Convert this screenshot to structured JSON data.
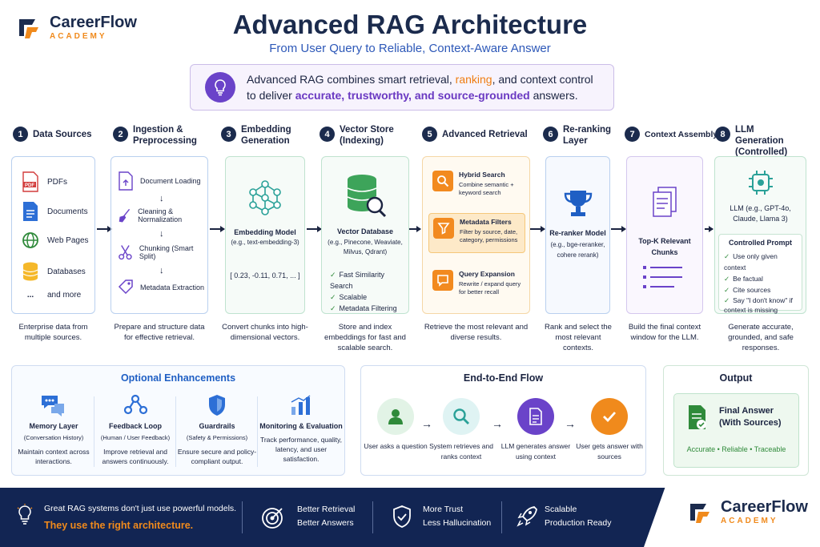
{
  "brand": {
    "name": "CareerFlow",
    "sub": "ACADEMY"
  },
  "header": {
    "title": "Advanced RAG Architecture",
    "subtitle": "From User Query to Reliable, Context-Aware Answer"
  },
  "intro": {
    "line1_a": "Advanced RAG combines smart retrieval, ",
    "line1_b": "ranking",
    "line1_c": ", and context control",
    "line2_a": "to deliver ",
    "line2_b": "accurate, trustworthy, and source-grounded",
    "line2_c": " answers."
  },
  "steps": [
    {
      "num": "1",
      "title": "Data Sources",
      "caption": "Enterprise data from multiple sources."
    },
    {
      "num": "2",
      "title": "Ingestion & Preprocessing",
      "caption": "Prepare and structure data for effective retrieval."
    },
    {
      "num": "3",
      "title": "Embedding Generation",
      "caption": "Convert chunks into high-dimensional vectors."
    },
    {
      "num": "4",
      "title": "Vector Store (Indexing)",
      "caption": "Store and index embeddings for fast and scalable search."
    },
    {
      "num": "5",
      "title": "Advanced Retrieval",
      "caption": "Retrieve the most relevant and diverse results."
    },
    {
      "num": "6",
      "title": "Re-ranking Layer",
      "caption": "Rank and select the most relevant contexts."
    },
    {
      "num": "7",
      "title": "Context Assembly",
      "caption": "Build the final context window for the LLM."
    },
    {
      "num": "8",
      "title": "LLM Generation (Controlled)",
      "caption": "Generate accurate, grounded, and safe responses."
    }
  ],
  "data_sources": [
    "PDFs",
    "Documents",
    "Web Pages",
    "Databases",
    "and more"
  ],
  "ingestion": [
    "Document Loading",
    "Cleaning & Normalization",
    "Chunking (Smart Split)",
    "Metadata Extraction"
  ],
  "embedding": {
    "model": "Embedding Model",
    "example": "(e.g., text-embedding-3)",
    "vector": "[ 0.23, -0.11, 0.71, ... ]"
  },
  "vector_store": {
    "title": "Vector Database",
    "examples": "(e.g., Pinecone, Weaviate, Milvus, Qdrant)",
    "features": [
      "Fast Similarity Search",
      "Scalable",
      "Metadata Filtering"
    ]
  },
  "retrieval": [
    {
      "title": "Hybrid Search",
      "desc": "Combine semantic + keyword search"
    },
    {
      "title": "Metadata Filters",
      "desc": "Filter by source, date, category, permissions"
    },
    {
      "title": "Query Expansion",
      "desc": "Rewrite / expand query for better recall"
    }
  ],
  "reranker": {
    "title": "Re-ranker Model",
    "examples": "(e.g., bge-reranker, cohere rerank)"
  },
  "context": {
    "title": "Top-K Relevant Chunks"
  },
  "llm": {
    "model": "LLM (e.g., GPT-4o, Claude, Llama 3)",
    "prompt_title": "Controlled Prompt",
    "rules": [
      "Use only given context",
      "Be factual",
      "Cite sources",
      "Say \"I don't know\" if context is missing"
    ]
  },
  "enhancements": {
    "title": "Optional Enhancements",
    "items": [
      {
        "title": "Memory Layer",
        "sub": "(Conversation History)",
        "desc": "Maintain context across interactions."
      },
      {
        "title": "Feedback Loop",
        "sub": "(Human / User Feedback)",
        "desc": "Improve retrieval and answers continuously."
      },
      {
        "title": "Guardrails",
        "sub": "(Safety & Permissions)",
        "desc": "Ensure secure and policy-compliant output."
      },
      {
        "title": "Monitoring & Evaluation",
        "sub": "",
        "desc": "Track performance, quality, latency, and user satisfaction."
      }
    ]
  },
  "flow": {
    "title": "End-to-End Flow",
    "steps": [
      "User asks a question",
      "System retrieves and ranks context",
      "LLM generates answer using context",
      "User gets answer with sources"
    ]
  },
  "output": {
    "title": "Output",
    "answer": "Final Answer (With Sources)",
    "tags": "Accurate • Reliable • Traceable"
  },
  "footer": {
    "line1": "Great RAG systems don't just use powerful models.",
    "line2": "They use the right architecture.",
    "b1a": "Better Retrieval",
    "b1b": "Better Answers",
    "b2a": "More Trust",
    "b2b": "Less Hallucination",
    "b3a": "Scalable",
    "b3b": "Production Ready"
  },
  "colors": {
    "navy": "#1b2b4d",
    "orange": "#f08a1c",
    "purple": "#6a43c9",
    "green": "#2f8a3a",
    "blue": "#2d58b8",
    "teal": "#2aa198"
  }
}
